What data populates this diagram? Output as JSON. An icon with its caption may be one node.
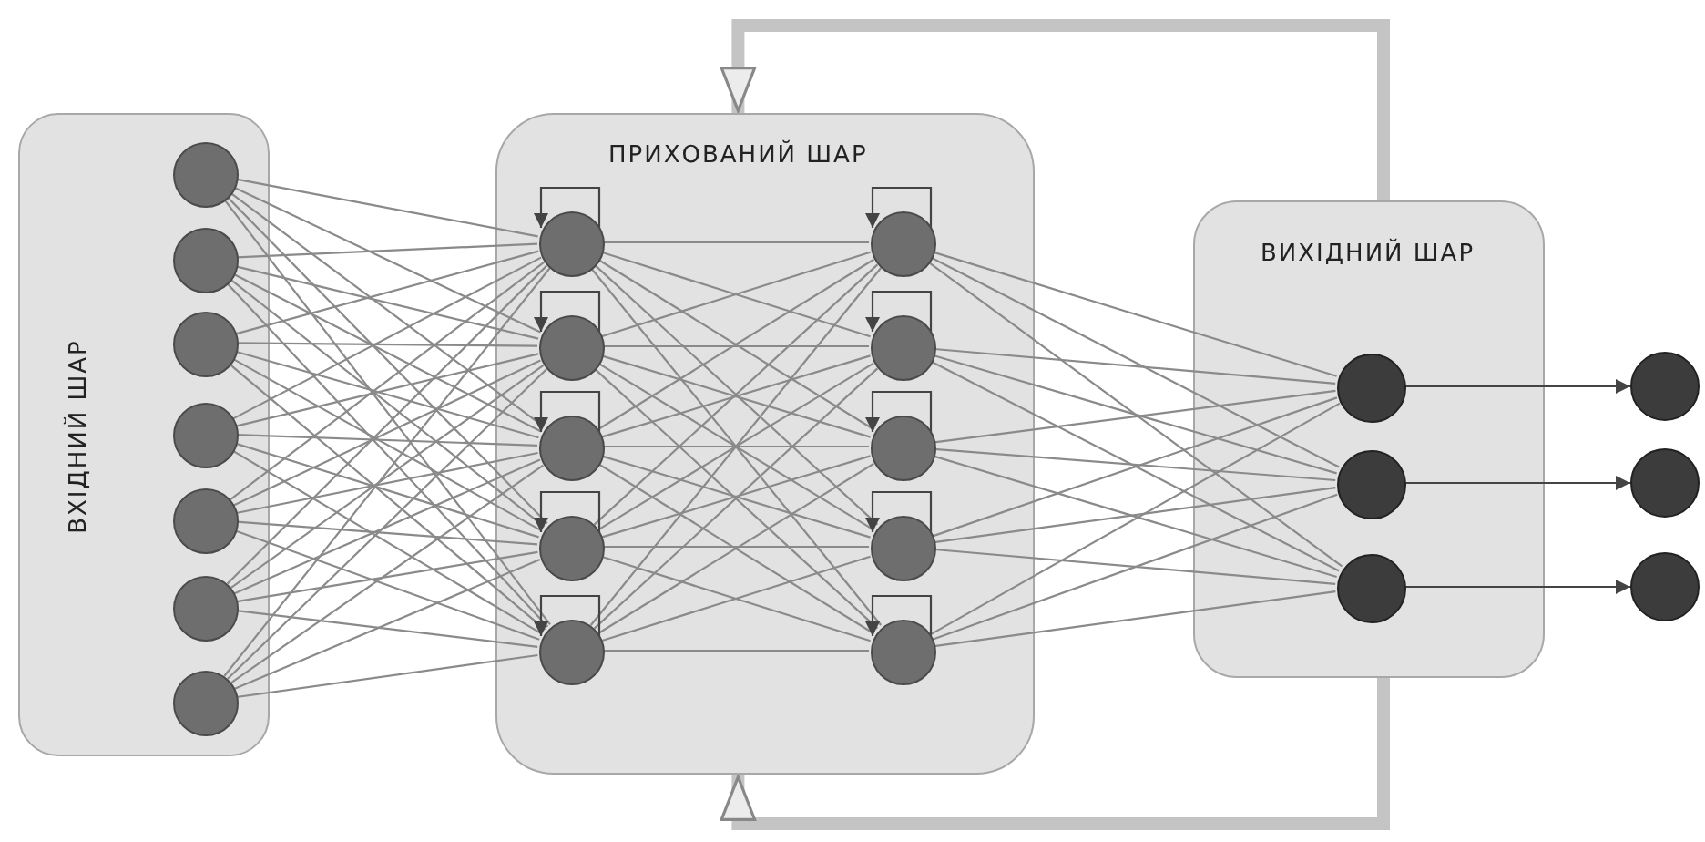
{
  "diagram": {
    "nodes": [
      {
        "text": [
          "ВХІДНИЙ ШАР"
        ]
      },
      {
        "text": [],
        "shape": "circle",
        "in": 0
      },
      {
        "text": [],
        "shape": "circle",
        "in": 0
      },
      {
        "text": [],
        "shape": "circle",
        "in": 0
      },
      {
        "text": [],
        "shape": "circle",
        "in": 0
      },
      {
        "text": [],
        "shape": "circle",
        "in": 0
      },
      {
        "text": [],
        "shape": "circle",
        "in": 0
      },
      {
        "text": [],
        "shape": "circle",
        "in": 0
      },
      {
        "text": [
          "ПРИХОВАНИЙ ШАР"
        ]
      },
      {
        "text": [],
        "shape": "circle",
        "in": 8
      },
      {
        "text": [],
        "shape": "circle",
        "in": 8
      },
      {
        "text": [],
        "shape": "circle",
        "in": 8
      },
      {
        "text": [],
        "shape": "circle",
        "in": 8
      },
      {
        "text": [],
        "shape": "circle",
        "in": 8
      },
      {
        "text": [],
        "shape": "circle",
        "in": 8
      },
      {
        "text": [],
        "shape": "circle",
        "in": 8
      },
      {
        "text": [],
        "shape": "circle",
        "in": 8
      },
      {
        "text": [],
        "shape": "circle",
        "in": 8
      },
      {
        "text": [],
        "shape": "circle",
        "in": 8
      },
      {
        "text": [
          "ВИХІДНИЙ ШАР"
        ]
      },
      {
        "text": [],
        "shape": "circle",
        "in": 19
      },
      {
        "text": [],
        "shape": "circle",
        "in": 19
      },
      {
        "text": [],
        "shape": "circle",
        "in": 19
      },
      {
        "text": [],
        "shape": "circle"
      },
      {
        "text": [],
        "shape": "circle"
      },
      {
        "text": [],
        "shape": "circle"
      }
    ],
    "edges": [
      {
        "from": 1,
        "to": 9,
        "arrow": "none"
      },
      {
        "from": 1,
        "to": 10,
        "arrow": "none"
      },
      {
        "from": 1,
        "to": 11,
        "arrow": "none"
      },
      {
        "from": 1,
        "to": 12,
        "arrow": "none"
      },
      {
        "from": 1,
        "to": 13,
        "arrow": "none"
      },
      {
        "from": 2,
        "to": 9,
        "arrow": "none"
      },
      {
        "from": 2,
        "to": 10,
        "arrow": "none"
      },
      {
        "from": 2,
        "to": 11,
        "arrow": "none"
      },
      {
        "from": 2,
        "to": 12,
        "arrow": "none"
      },
      {
        "from": 2,
        "to": 13,
        "arrow": "none"
      },
      {
        "from": 3,
        "to": 9,
        "arrow": "none"
      },
      {
        "from": 3,
        "to": 10,
        "arrow": "none"
      },
      {
        "from": 3,
        "to": 11,
        "arrow": "none"
      },
      {
        "from": 3,
        "to": 12,
        "arrow": "none"
      },
      {
        "from": 3,
        "to": 13,
        "arrow": "none"
      },
      {
        "from": 4,
        "to": 9,
        "arrow": "none"
      },
      {
        "from": 4,
        "to": 10,
        "arrow": "none"
      },
      {
        "from": 4,
        "to": 11,
        "arrow": "none"
      },
      {
        "from": 4,
        "to": 12,
        "arrow": "none"
      },
      {
        "from": 4,
        "to": 13,
        "arrow": "none"
      },
      {
        "from": 5,
        "to": 9,
        "arrow": "none"
      },
      {
        "from": 5,
        "to": 10,
        "arrow": "none"
      },
      {
        "from": 5,
        "to": 11,
        "arrow": "none"
      },
      {
        "from": 5,
        "to": 12,
        "arrow": "none"
      },
      {
        "from": 5,
        "to": 13,
        "arrow": "none"
      },
      {
        "from": 6,
        "to": 9,
        "arrow": "none"
      },
      {
        "from": 6,
        "to": 10,
        "arrow": "none"
      },
      {
        "from": 6,
        "to": 11,
        "arrow": "none"
      },
      {
        "from": 6,
        "to": 12,
        "arrow": "none"
      },
      {
        "from": 6,
        "to": 13,
        "arrow": "none"
      },
      {
        "from": 7,
        "to": 9,
        "arrow": "none"
      },
      {
        "from": 7,
        "to": 10,
        "arrow": "none"
      },
      {
        "from": 7,
        "to": 11,
        "arrow": "none"
      },
      {
        "from": 7,
        "to": 12,
        "arrow": "none"
      },
      {
        "from": 7,
        "to": 13,
        "arrow": "none"
      },
      {
        "from": 9,
        "to": 14,
        "arrow": "none"
      },
      {
        "from": 9,
        "to": 15,
        "arrow": "none"
      },
      {
        "from": 9,
        "to": 16,
        "arrow": "none"
      },
      {
        "from": 9,
        "to": 17,
        "arrow": "none"
      },
      {
        "from": 9,
        "to": 18,
        "arrow": "none"
      },
      {
        "from": 10,
        "to": 14,
        "arrow": "none"
      },
      {
        "from": 10,
        "to": 15,
        "arrow": "none"
      },
      {
        "from": 10,
        "to": 16,
        "arrow": "none"
      },
      {
        "from": 10,
        "to": 17,
        "arrow": "none"
      },
      {
        "from": 10,
        "to": 18,
        "arrow": "none"
      },
      {
        "from": 11,
        "to": 14,
        "arrow": "none"
      },
      {
        "from": 11,
        "to": 15,
        "arrow": "none"
      },
      {
        "from": 11,
        "to": 16,
        "arrow": "none"
      },
      {
        "from": 11,
        "to": 17,
        "arrow": "none"
      },
      {
        "from": 11,
        "to": 18,
        "arrow": "none"
      },
      {
        "from": 12,
        "to": 14,
        "arrow": "none"
      },
      {
        "from": 12,
        "to": 15,
        "arrow": "none"
      },
      {
        "from": 12,
        "to": 16,
        "arrow": "none"
      },
      {
        "from": 12,
        "to": 17,
        "arrow": "none"
      },
      {
        "from": 12,
        "to": 18,
        "arrow": "none"
      },
      {
        "from": 13,
        "to": 14,
        "arrow": "none"
      },
      {
        "from": 13,
        "to": 15,
        "arrow": "none"
      },
      {
        "from": 13,
        "to": 16,
        "arrow": "none"
      },
      {
        "from": 13,
        "to": 17,
        "arrow": "none"
      },
      {
        "from": 13,
        "to": 18,
        "arrow": "none"
      },
      {
        "from": 14,
        "to": 20,
        "arrow": "none"
      },
      {
        "from": 14,
        "to": 21,
        "arrow": "none"
      },
      {
        "from": 14,
        "to": 22,
        "arrow": "none"
      },
      {
        "from": 15,
        "to": 20,
        "arrow": "none"
      },
      {
        "from": 15,
        "to": 21,
        "arrow": "none"
      },
      {
        "from": 15,
        "to": 22,
        "arrow": "none"
      },
      {
        "from": 16,
        "to": 20,
        "arrow": "none"
      },
      {
        "from": 16,
        "to": 21,
        "arrow": "none"
      },
      {
        "from": 16,
        "to": 22,
        "arrow": "none"
      },
      {
        "from": 17,
        "to": 20,
        "arrow": "none"
      },
      {
        "from": 17,
        "to": 21,
        "arrow": "none"
      },
      {
        "from": 17,
        "to": 22,
        "arrow": "none"
      },
      {
        "from": 18,
        "to": 20,
        "arrow": "none"
      },
      {
        "from": 18,
        "to": 21,
        "arrow": "none"
      },
      {
        "from": 18,
        "to": 22,
        "arrow": "none"
      },
      {
        "from": 20,
        "to": 23,
        "arrow": "to"
      },
      {
        "from": 21,
        "to": 24,
        "arrow": "to"
      },
      {
        "from": 22,
        "to": 25,
        "arrow": "to"
      },
      {
        "from": 9,
        "to": 9,
        "arrow": "to"
      },
      {
        "from": 10,
        "to": 10,
        "arrow": "to"
      },
      {
        "from": 11,
        "to": 11,
        "arrow": "to"
      },
      {
        "from": 12,
        "to": 12,
        "arrow": "to"
      },
      {
        "from": 13,
        "to": 13,
        "arrow": "to"
      },
      {
        "from": 14,
        "to": 14,
        "arrow": "to"
      },
      {
        "from": 15,
        "to": 15,
        "arrow": "to"
      },
      {
        "from": 16,
        "to": 16,
        "arrow": "to"
      },
      {
        "from": 17,
        "to": 17,
        "arrow": "to"
      },
      {
        "from": 18,
        "to": 18,
        "arrow": "to"
      },
      {
        "from": 19,
        "to": 8,
        "arrow": "to",
        "style": "thick"
      },
      {
        "from": 19,
        "to": 8,
        "arrow": "to",
        "style": "thick"
      }
    ]
  }
}
